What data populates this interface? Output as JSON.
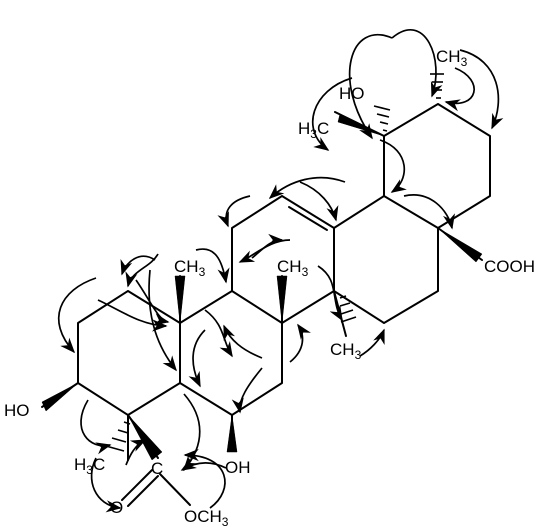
{
  "labels": {
    "oh_top": "HO",
    "ch3_top_right": "CH",
    "ch3_top_right_sub": "3",
    "h3c_top_left": "H",
    "h3c_top_left_sub": "3",
    "h3c_top_left_tail": "C",
    "cooh": "COOH",
    "ch3_c10": "CH",
    "ch3_c10_sub": "3",
    "ch3_c8": "CH",
    "ch3_c8_sub": "3",
    "ch3_c14": "CH",
    "ch3_c14_sub": "3",
    "ho_c3": "HO",
    "oh_c6": "OH",
    "h3c_c4": "H",
    "h3c_c4_sub": "3",
    "h3c_c4_tail": "C",
    "c_ester": "C",
    "o_carbonyl": "O",
    "och3": "OCH",
    "och3_sub": "3"
  }
}
